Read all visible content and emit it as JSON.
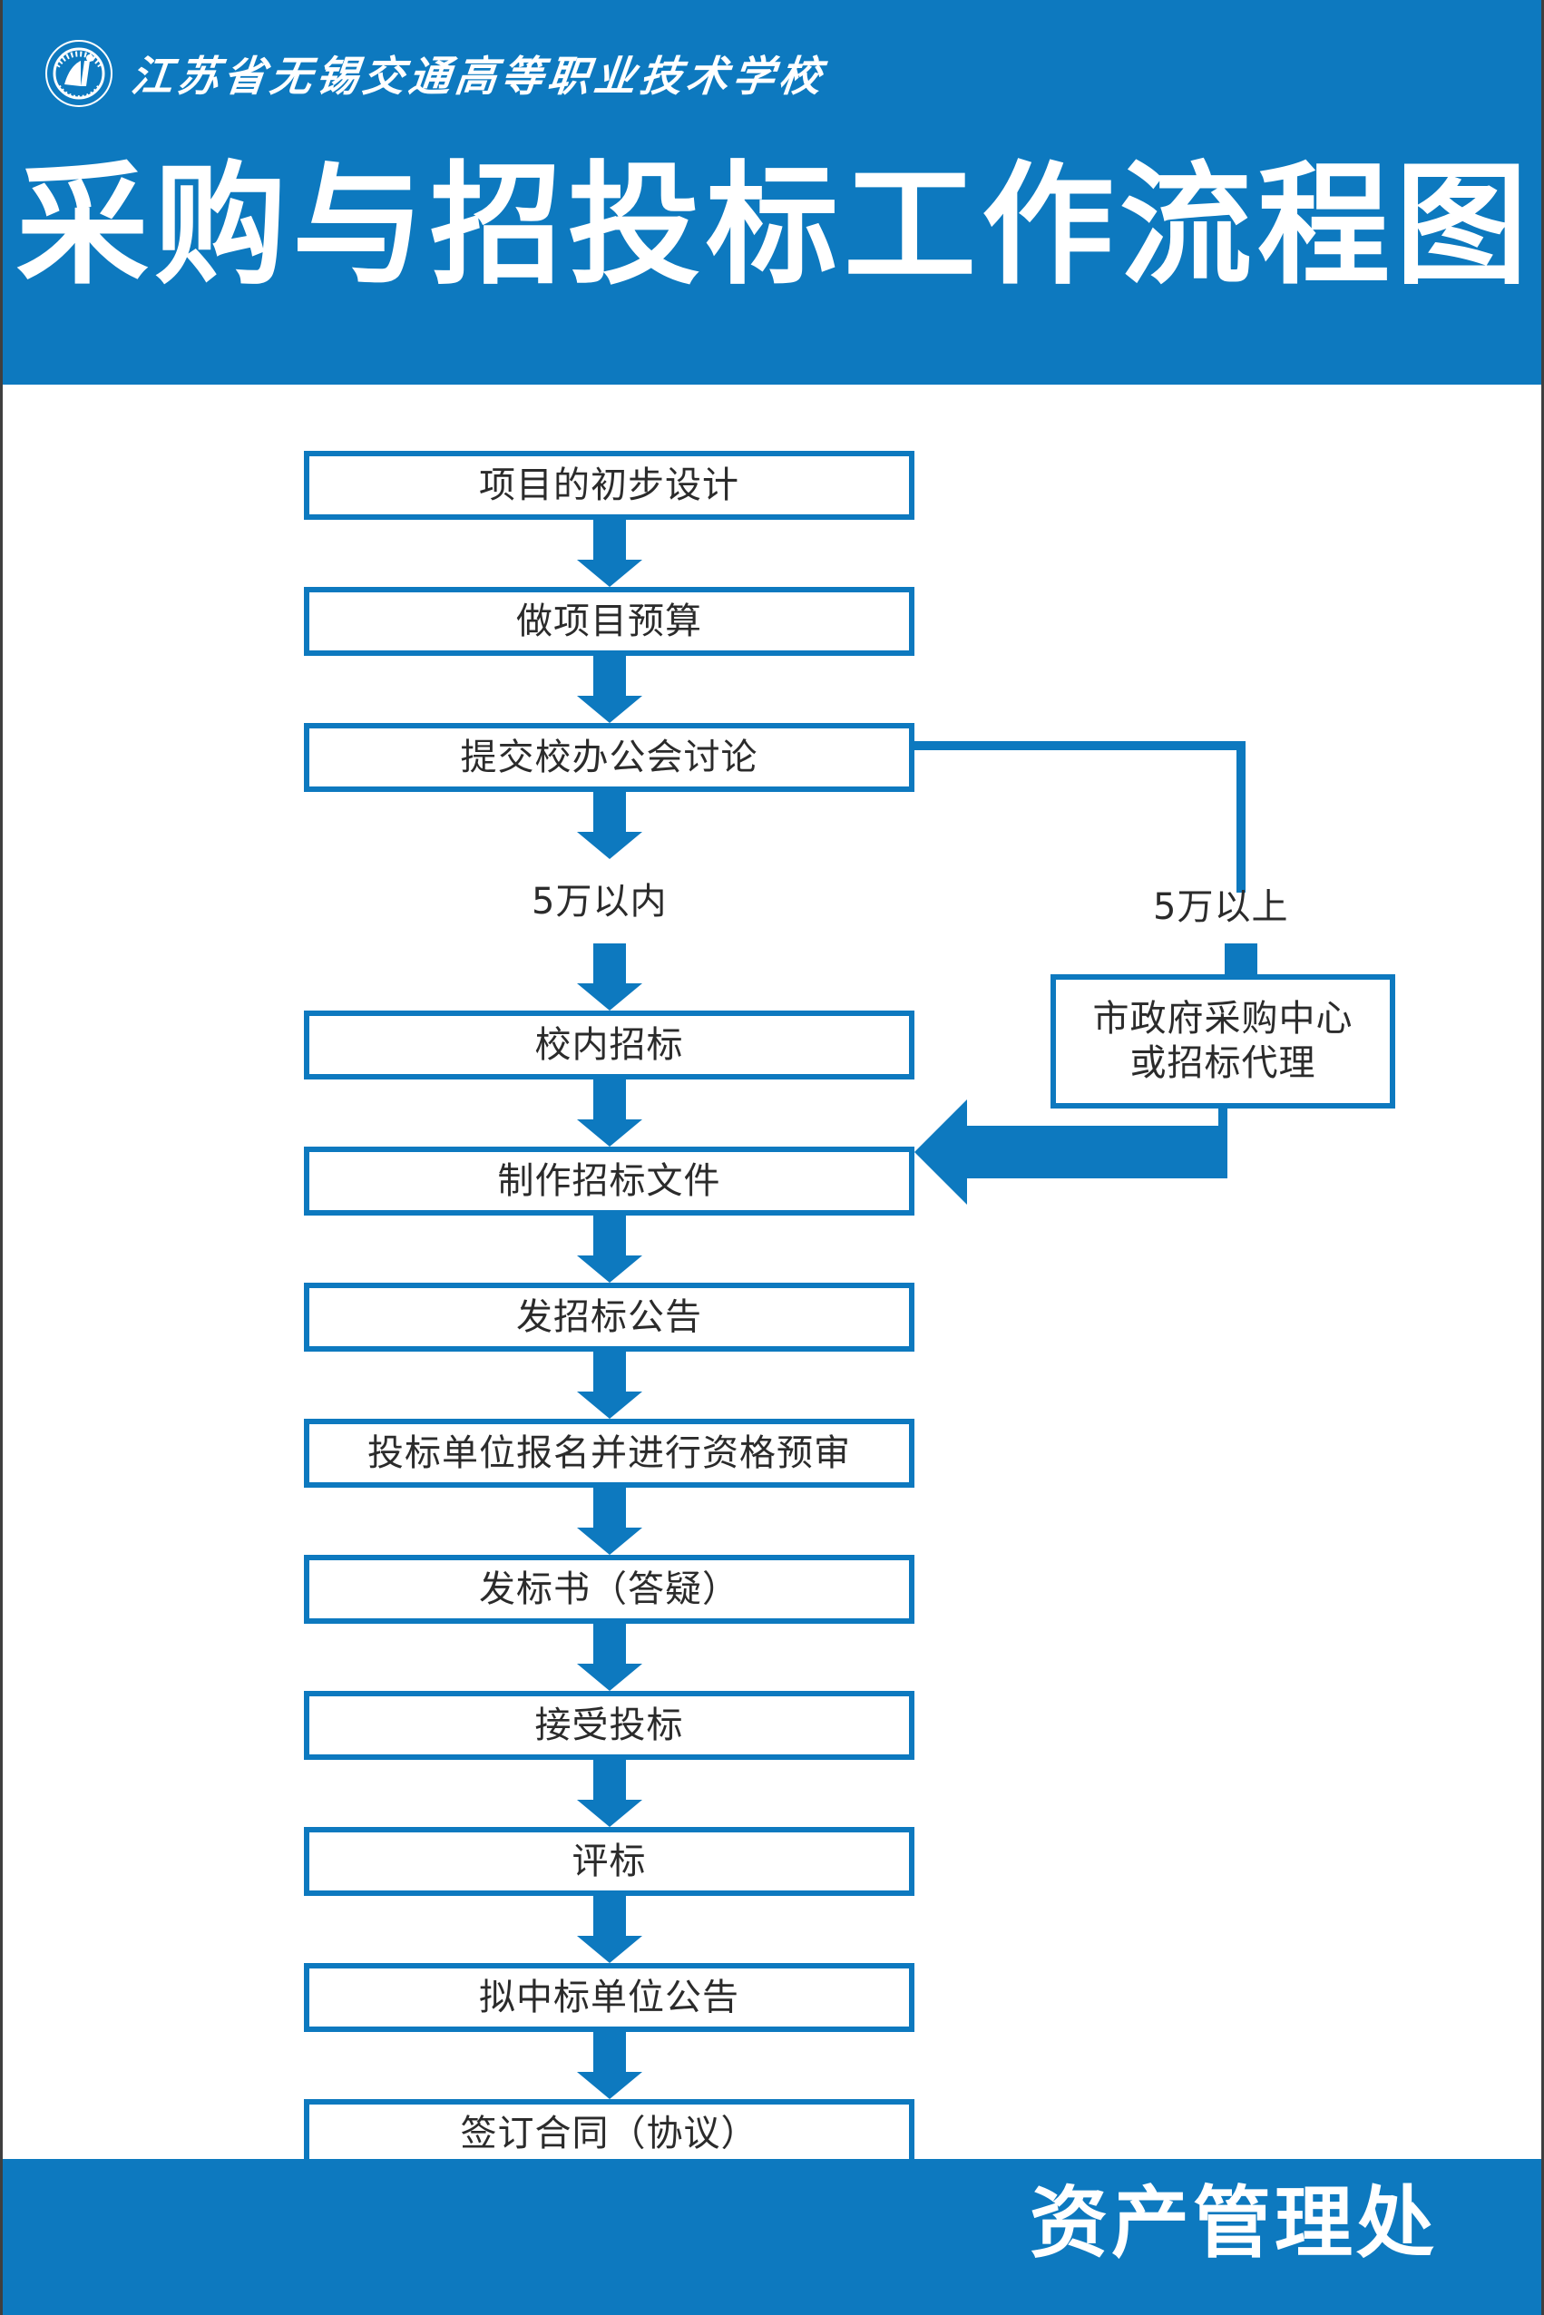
{
  "colors": {
    "brand_blue": "#0d79bf",
    "text_dark": "#2b2b2b",
    "page_white": "#ffffff"
  },
  "header": {
    "school_name": "江苏省无锡交通高等职业技术学校",
    "logo_icon": "school-emblem-icon",
    "poster_title": "采购与招投标工作流程图"
  },
  "footer": {
    "department": "资产管理处"
  },
  "chart_data": {
    "type": "flowchart",
    "title": "采购与招投标工作流程图",
    "orientation": "top-to-bottom",
    "nodes": [
      {
        "id": "n1",
        "label": "项目的初步设计",
        "column": "main"
      },
      {
        "id": "n2",
        "label": "做项目预算",
        "column": "main"
      },
      {
        "id": "n3",
        "label": "提交校办公会讨论",
        "column": "main"
      },
      {
        "id": "n4",
        "label": "校内招标",
        "column": "main"
      },
      {
        "id": "n5",
        "label": "市政府采购中心\n或招标代理",
        "column": "right"
      },
      {
        "id": "n6",
        "label": "制作招标文件",
        "column": "main"
      },
      {
        "id": "n7",
        "label": "发招标公告",
        "column": "main"
      },
      {
        "id": "n8",
        "label": "投标单位报名并进行资格预审",
        "column": "main"
      },
      {
        "id": "n9",
        "label": "发标书（答疑）",
        "column": "main"
      },
      {
        "id": "n10",
        "label": "接受投标",
        "column": "main"
      },
      {
        "id": "n11",
        "label": "评标",
        "column": "main"
      },
      {
        "id": "n12",
        "label": "拟中标单位公告",
        "column": "main"
      },
      {
        "id": "n13",
        "label": "签订合同（协议）",
        "column": "main"
      }
    ],
    "edges": [
      {
        "from": "n1",
        "to": "n2",
        "label": ""
      },
      {
        "from": "n2",
        "to": "n3",
        "label": ""
      },
      {
        "from": "n3",
        "to": "n4",
        "label": "5万以内"
      },
      {
        "from": "n3",
        "to": "n5",
        "label": "5万以上"
      },
      {
        "from": "n4",
        "to": "n6",
        "label": ""
      },
      {
        "from": "n5",
        "to": "n6",
        "label": ""
      },
      {
        "from": "n6",
        "to": "n7",
        "label": ""
      },
      {
        "from": "n7",
        "to": "n8",
        "label": ""
      },
      {
        "from": "n8",
        "to": "n9",
        "label": ""
      },
      {
        "from": "n9",
        "to": "n10",
        "label": ""
      },
      {
        "from": "n10",
        "to": "n11",
        "label": ""
      },
      {
        "from": "n11",
        "to": "n12",
        "label": ""
      },
      {
        "from": "n12",
        "to": "n13",
        "label": ""
      }
    ],
    "branch_labels": {
      "left": "5万以内",
      "right": "5万以上"
    }
  }
}
